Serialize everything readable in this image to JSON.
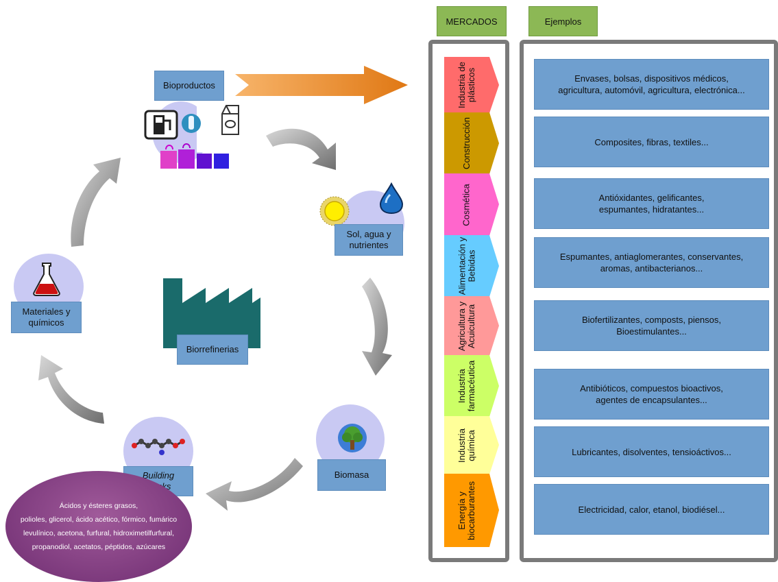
{
  "cycle": {
    "bioproductos": "Bioproductos",
    "sol": "Sol, agua y nutrientes",
    "biomasa": "Biomasa",
    "building_blocks": "Building blocks",
    "materiales": "Materiales y químicos",
    "biorrefinerias": "Biorrefinerias",
    "ellipse_lines": [
      "Ácidos y ésteres grasos,",
      "polioles, glicerol, ácido acético, fórmico, fumárico",
      "levulínico, acetona, furfural, hidroximetilfurfural,",
      "propanodiol, acetatos,  péptidos, azúcares"
    ]
  },
  "headers": {
    "mercados": "MERCADOS",
    "ejemplos": "Ejemplos"
  },
  "markets": [
    {
      "label_lines": [
        "Industria de",
        "plásticos"
      ],
      "color": "#ff6b6b"
    },
    {
      "label_lines": [
        "Construcción"
      ],
      "color": "#cc9900"
    },
    {
      "label_lines": [
        "Cosmética"
      ],
      "color": "#ff66cc"
    },
    {
      "label_lines": [
        "Alimentación y",
        "Bebidas"
      ],
      "color": "#66ccff"
    },
    {
      "label_lines": [
        "Agricultura y",
        "Acuicultura"
      ],
      "color": "#ff9999"
    },
    {
      "label_lines": [
        "Industria",
        "farmacéutica"
      ],
      "color": "#ccff66"
    },
    {
      "label_lines": [
        "Industria",
        "química"
      ],
      "color": "#ffff99"
    },
    {
      "label_lines": [
        "Energía y",
        "biocarburantes"
      ],
      "color": "#ff9900"
    }
  ],
  "examples": [
    {
      "lines": [
        "Envases, bolsas, dispositivos médicos,",
        "agricultura, automóvil, agricultura, electrónica..."
      ]
    },
    {
      "lines": [
        "Composites, fibras, textiles..."
      ]
    },
    {
      "lines": [
        "Antióxidantes, gelificantes,",
        "espumantes, hidratantes..."
      ]
    },
    {
      "lines": [
        "Espumantes, antiaglomerantes, conservantes,",
        "aromas, antibacterianos..."
      ]
    },
    {
      "lines": [
        "Biofertilizantes, composts, piensos,",
        "Bioestimulantes..."
      ]
    },
    {
      "lines": [
        "Antibióticos, compuestos bioactivos,",
        "agentes de encapsulantes..."
      ]
    },
    {
      "lines": [
        "Lubricantes, disolventes, tensioáctivos..."
      ]
    },
    {
      "lines": [
        "Electricidad, calor, etanol, biodiésel..."
      ]
    }
  ],
  "colors": {
    "box_blue": "#6f9fcf",
    "header_green": "#8cb855",
    "arrow_orange": "#e8801a",
    "ellipse_purple": "#7d3a7d",
    "factory_teal": "#1a6b6b"
  },
  "icons": [
    "fuel-pump-icon",
    "bottle-icon",
    "milk-carton-icon",
    "shopping-bags-icon",
    "sun-icon",
    "water-drop-icon",
    "tree-globe-icon",
    "molecule-icon",
    "flask-icon",
    "factory-icon"
  ]
}
